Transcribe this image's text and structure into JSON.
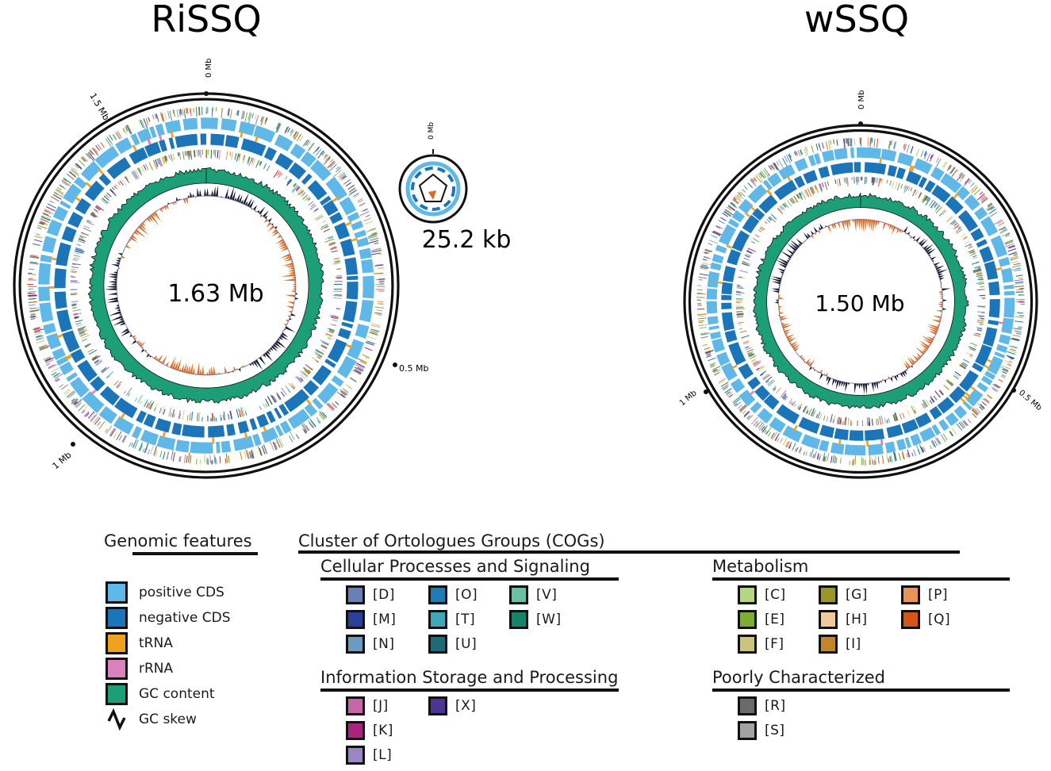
{
  "genomes": [
    {
      "title": "RiSSQ",
      "size_label": "1.63 Mb",
      "tick_labels": [
        "0 Mb",
        "0.5 Mb",
        "1 Mb",
        "1.5 Mb"
      ],
      "plasmid": {
        "size_label": "25.2 kb",
        "tick_label": "0 Mb"
      }
    },
    {
      "title": "wSSQ",
      "size_label": "1.50 Mb",
      "tick_labels": [
        "0 Mb",
        "0.5 Mb",
        "1 Mb"
      ]
    }
  ],
  "legend": {
    "genomic_features": {
      "title": "Genomic features",
      "items": [
        {
          "label": "positive CDS",
          "color": "#5fb8e8"
        },
        {
          "label": "negative CDS",
          "color": "#1b75b8"
        },
        {
          "label": "tRNA",
          "color": "#f0a21e"
        },
        {
          "label": "rRNA",
          "color": "#d982bd"
        },
        {
          "label": "GC content",
          "color": "#1c9e77"
        },
        {
          "label": "GC skew",
          "icon": "gc-skew-icon"
        }
      ]
    },
    "cog": {
      "title": "Cluster of Ortologues Groups (COGs)",
      "groups": [
        {
          "title": "Cellular Processes and Signaling",
          "items": [
            {
              "label": "[D]",
              "color": "#6b7fb7"
            },
            {
              "label": "[M]",
              "color": "#2c3f9a"
            },
            {
              "label": "[N]",
              "color": "#6c9bc0"
            },
            {
              "label": "[O]",
              "color": "#1e7cb5"
            },
            {
              "label": "[T]",
              "color": "#3fa7b8"
            },
            {
              "label": "[U]",
              "color": "#1d6b78"
            },
            {
              "label": "[V]",
              "color": "#66c2a0"
            },
            {
              "label": "[W]",
              "color": "#13856a"
            }
          ]
        },
        {
          "title": "Metabolism",
          "items": [
            {
              "label": "[C]",
              "color": "#b5d67c"
            },
            {
              "label": "[E]",
              "color": "#7fae2e"
            },
            {
              "label": "[F]",
              "color": "#c9c67c"
            },
            {
              "label": "[G]",
              "color": "#9a9628"
            },
            {
              "label": "[H]",
              "color": "#f2c99b"
            },
            {
              "label": "[I]",
              "color": "#c1862a"
            },
            {
              "label": "[P]",
              "color": "#e8935a"
            },
            {
              "label": "[Q]",
              "color": "#d6561a"
            }
          ]
        },
        {
          "title": "Information Storage and Processing",
          "items": [
            {
              "label": "[J]",
              "color": "#c665a8"
            },
            {
              "label": "[K]",
              "color": "#a7257f"
            },
            {
              "label": "[L]",
              "color": "#9b86c4"
            },
            {
              "label": "[X]",
              "color": "#4b3494"
            }
          ]
        },
        {
          "title": "Poorly Characterized",
          "items": [
            {
              "label": "[R]",
              "color": "#6a6a6a"
            },
            {
              "label": "[S]",
              "color": "#a3a3a3"
            }
          ]
        }
      ]
    }
  },
  "colors": {
    "skew_positive": "#15152e",
    "skew_negative": "#e06a1e",
    "tick_line": "#111111"
  }
}
